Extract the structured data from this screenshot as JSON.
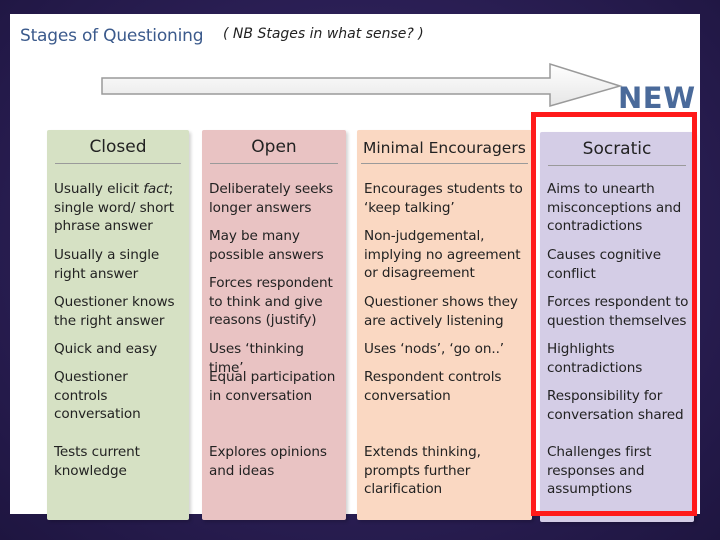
{
  "slide": {
    "title": "Stages of Questioning",
    "note": "( NB Stages in what sense? )",
    "new_label": "NEW"
  },
  "colors": {
    "closed": "#d6e1c4",
    "open": "#e9c3c3",
    "minimal": "#fad8c2",
    "socratic": "#d4cde6",
    "highlight": "#ff1a1a"
  },
  "columns": {
    "closed": {
      "heading": "Closed",
      "items": [
        "Usually elicit fact; single word/ short phrase answer",
        "Usually a single right answer",
        "Questioner knows the right answer",
        "Quick and easy",
        "Questioner controls conversation",
        "Tests current knowledge"
      ]
    },
    "open": {
      "heading": "Open",
      "items": [
        "Deliberately seeks longer answers",
        "May be many possible answers",
        "Forces respondent to think and give reasons (justify)",
        "Uses ‘thinking time’",
        "Equal participation in conversation",
        "Explores opinions and ideas"
      ]
    },
    "minimal": {
      "heading": "Minimal Encouragers",
      "items": [
        "Encourages students to ‘keep talking’",
        "Non-judgemental, implying no agreement or disagreement",
        "Questioner shows they are actively listening",
        "Uses ‘nods’, ‘go on..’",
        "Respondent controls conversation",
        "Extends thinking, prompts further clarification"
      ]
    },
    "socratic": {
      "heading": "Socratic",
      "items": [
        "Aims to unearth misconceptions and contradictions",
        "Causes cognitive conflict",
        "Forces respondent to question themselves",
        "Highlights contradictions",
        "Responsibility for conversation shared",
        "Challenges first responses and assumptions"
      ]
    }
  }
}
